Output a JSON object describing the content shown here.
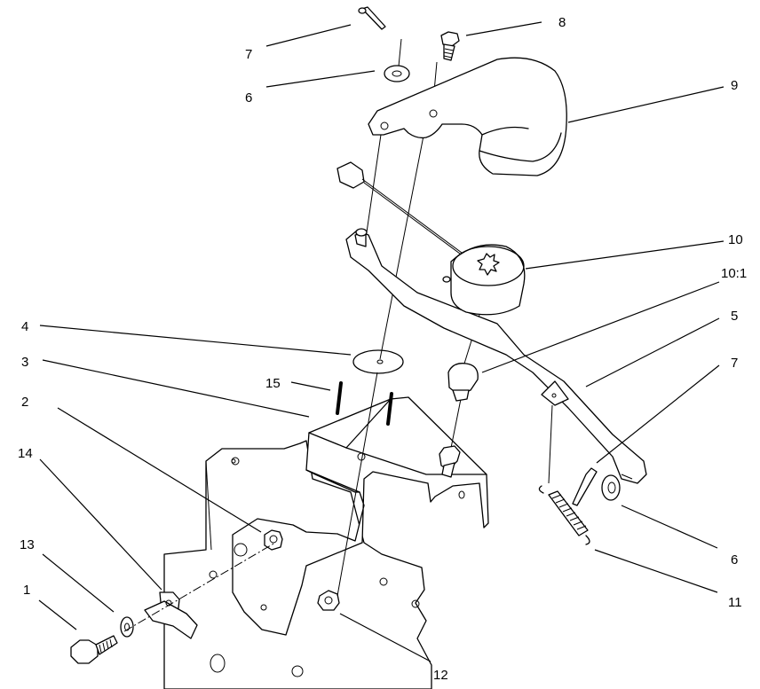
{
  "diagram": {
    "callouts": [
      {
        "id": "c7a",
        "label": "7"
      },
      {
        "id": "c8",
        "label": "8"
      },
      {
        "id": "c6a",
        "label": "6"
      },
      {
        "id": "c9",
        "label": "9"
      },
      {
        "id": "c10",
        "label": "10"
      },
      {
        "id": "c10_1",
        "label": "10:1"
      },
      {
        "id": "c5",
        "label": "5"
      },
      {
        "id": "c4",
        "label": "4"
      },
      {
        "id": "c3",
        "label": "3"
      },
      {
        "id": "c15",
        "label": "15"
      },
      {
        "id": "c7b",
        "label": "7"
      },
      {
        "id": "c2",
        "label": "2"
      },
      {
        "id": "c14",
        "label": "14"
      },
      {
        "id": "c13",
        "label": "13"
      },
      {
        "id": "c1",
        "label": "1"
      },
      {
        "id": "c6b",
        "label": "6"
      },
      {
        "id": "c11",
        "label": "11"
      },
      {
        "id": "c12",
        "label": "12"
      }
    ],
    "parts": [
      "cotter-pin",
      "washer",
      "bolt",
      "cover-plate",
      "switch",
      "key",
      "bracket-rod",
      "flat-washer",
      "mounting-bracket",
      "roll-pin",
      "nut",
      "carriage-bolt",
      "spring",
      "frame"
    ]
  }
}
